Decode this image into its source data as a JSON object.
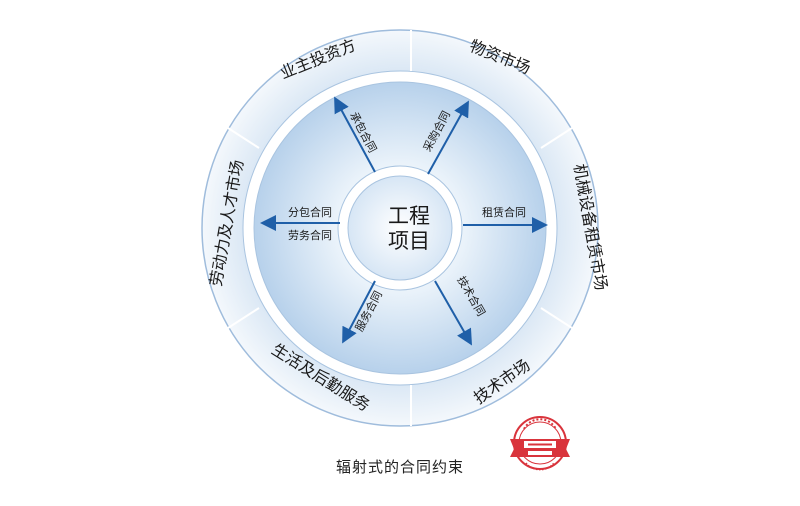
{
  "center": {
    "line1": "工程",
    "line2": "项目"
  },
  "outer_segments": [
    {
      "label": "业主投资方"
    },
    {
      "label": "物资市场"
    },
    {
      "label": "机械设备租赁市场"
    },
    {
      "label": "技术市场"
    },
    {
      "label": "生活及后勤服务"
    },
    {
      "label": "劳动力及人才市场"
    }
  ],
  "contracts": {
    "upper_left": "承包合同",
    "upper_right": "采购合同",
    "right": "租赁合同",
    "lower_right": "技术合同",
    "lower_left": "服务合同",
    "left_top": "分包合同",
    "left_bottom": "劳务合同"
  },
  "caption": "辐射式的合同约束",
  "watermark": {
    "text": "Justwin Original Photo · 原创设计 · Justwin",
    "color": "#d9343c"
  },
  "colors": {
    "arrow": "#1f5fa8",
    "ring_edge": "#9bb8d8",
    "fill_light": "#f6fafd",
    "fill_dark": "#b9d3ec"
  }
}
